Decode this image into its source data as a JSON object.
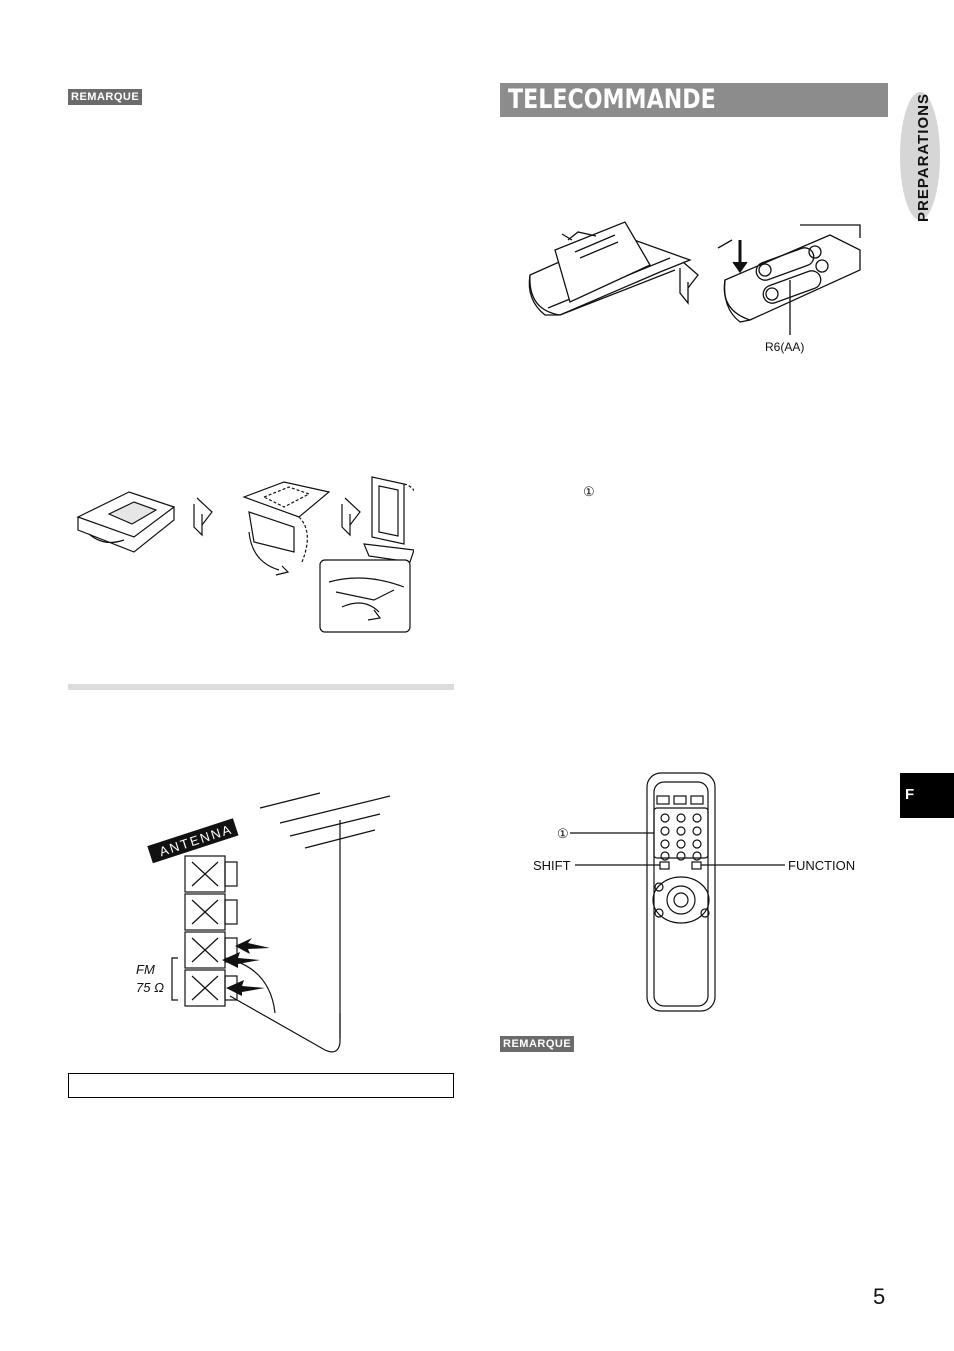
{
  "page": {
    "section_title": "TELECOMMANDE",
    "side_label": "PREPARATIONS",
    "language_tab": "F",
    "page_number": "5",
    "note_badge_top": "REMARQUE",
    "note_badge_bottom": "REMARQUE",
    "callout_marker": "①"
  },
  "figures": {
    "battery": {
      "battery_label": "R6(AA)"
    },
    "antenna": {
      "antenna_label": "ANTENNA",
      "fm_label": "FM",
      "ohm_label": "75 Ω"
    },
    "remote": {
      "marker": "①",
      "shift_label": "SHIFT",
      "function_label": "FUNCTION"
    }
  }
}
